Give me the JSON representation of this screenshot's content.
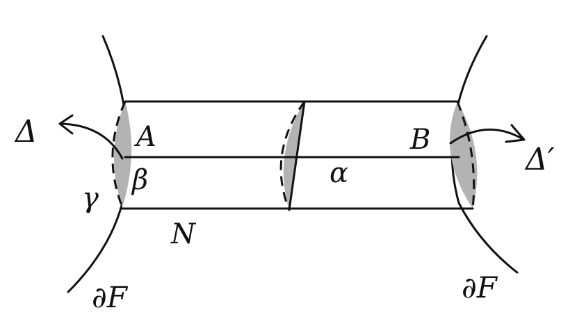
{
  "diagram": {
    "labels": {
      "delta_left": "Δ",
      "delta_right": "Δ′",
      "a": "A",
      "b": "B",
      "alpha": "α",
      "beta": "β",
      "gamma": "γ",
      "n": "N",
      "boundary_left": "∂F",
      "boundary_right": "∂F"
    },
    "colors": {
      "ink": "#111111",
      "shade": "#b3b3b3",
      "background": "#ffffff"
    }
  }
}
